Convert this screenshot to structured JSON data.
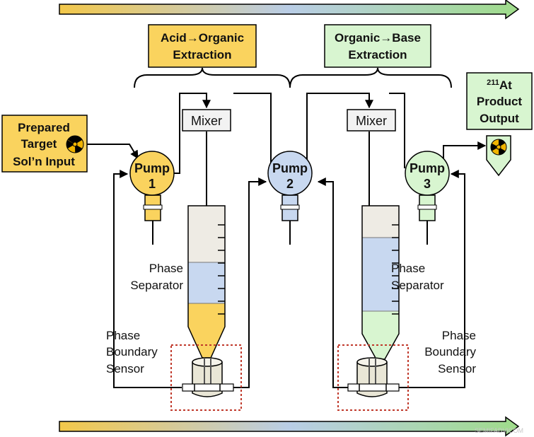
{
  "colors": {
    "yellow": "#fad35e",
    "blue": "#c8d8f0",
    "green": "#d8f5d0",
    "grey_liquid": "#eeebe4",
    "dotted_box": "#c0392b",
    "radiation": "#f0b400"
  },
  "stages": {
    "acid_organic": {
      "line1": "Acid→Organic",
      "line2": "Extraction"
    },
    "organic_base": {
      "line1": "Organic→Base",
      "line2": "Extraction"
    }
  },
  "input": {
    "line1": "Prepared",
    "line2": "Target",
    "line3": "Sol’n Input",
    "icon": "radiation-icon"
  },
  "output": {
    "sup": "211",
    "line1_rest": "At",
    "line2": "Product",
    "line3": "Output",
    "icon": "radiation-icon"
  },
  "pumps": [
    {
      "name": "Pump",
      "number": "1"
    },
    {
      "name": "Pump",
      "number": "2"
    },
    {
      "name": "Pump",
      "number": "3"
    }
  ],
  "mixers": [
    {
      "label": "Mixer"
    },
    {
      "label": "Mixer"
    }
  ],
  "separators": [
    {
      "line1": "Phase",
      "line2": "Separator"
    },
    {
      "line1": "Phase",
      "line2": "Separator"
    }
  ],
  "sensors": [
    {
      "line1": "Phase",
      "line2": "Boundary",
      "line3": "Sensor"
    },
    {
      "line1": "Phase",
      "line2": "Boundary",
      "line3": "Sensor"
    }
  ],
  "watermark": "SEMIFADVICOM"
}
